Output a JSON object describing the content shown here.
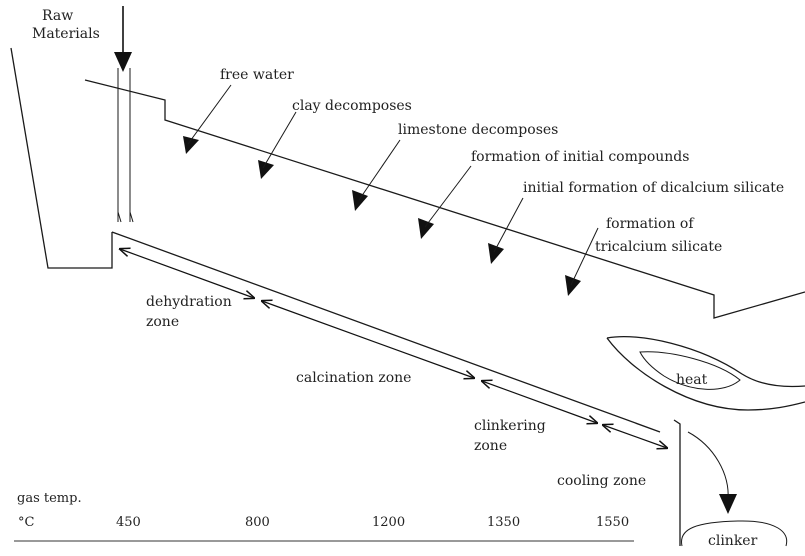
{
  "raw_materials": {
    "line1": "Raw",
    "line2": "Materials"
  },
  "reactions": [
    "free water",
    "clay decomposes",
    "limestone decomposes",
    "formation of initial compounds",
    "initial formation of dicalcium silicate",
    "formation of",
    "tricalcium silicate"
  ],
  "zones": {
    "dehydration_1": "dehydration",
    "dehydration_2": "zone",
    "calcination": "calcination zone",
    "clinkering_1": "clinkering",
    "clinkering_2": "zone",
    "cooling": "cooling zone"
  },
  "heat": "heat",
  "clinker": "clinker",
  "temperature_axis": {
    "label": "gas temp.",
    "unit": "°C",
    "values": [
      "450",
      "800",
      "1200",
      "1350",
      "1550"
    ]
  }
}
